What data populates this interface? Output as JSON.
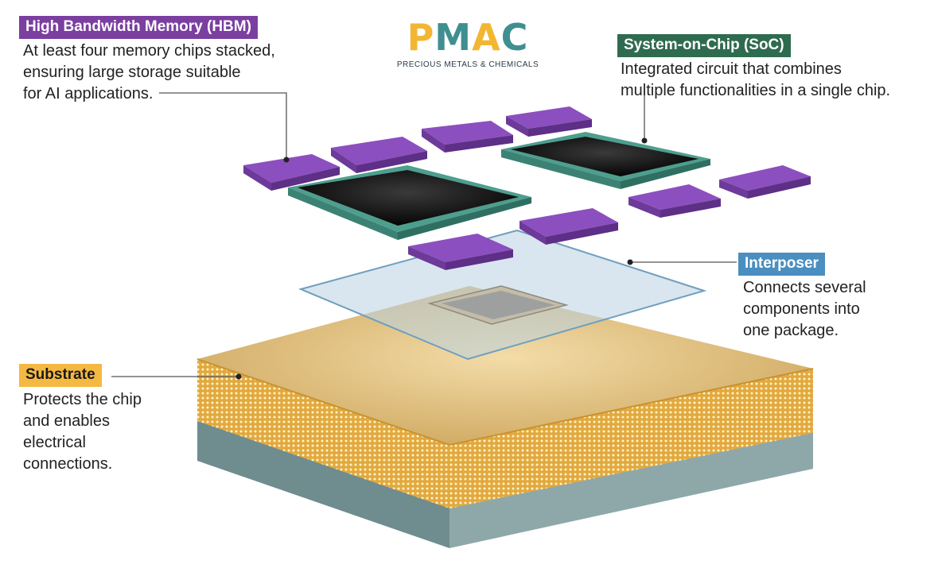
{
  "logo": {
    "letters": [
      {
        "char": "P",
        "color": "#f2b632"
      },
      {
        "char": "M",
        "color": "#3f8f90"
      },
      {
        "char": "A",
        "color": "#f2b632"
      },
      {
        "char": "C",
        "color": "#3f8f90"
      }
    ],
    "subtitle": "PRECIOUS METALS & CHEMICALS"
  },
  "callouts": {
    "hbm": {
      "title": "High Bandwidth Memory (HBM)",
      "description": "At least four memory chips stacked,\nensuring large storage suitable\nfor AI applications.",
      "color": "#7b3fa0"
    },
    "soc": {
      "title": "System-on-Chip (SoC)",
      "description": "Integrated circuit that combines\nmultiple functionalities in a single chip.",
      "color": "#2f6b4f"
    },
    "interposer": {
      "title": "Interposer",
      "description": "Connects several\ncomponents into\none package.",
      "color": "#4a8fc0"
    },
    "substrate": {
      "title": "Substrate",
      "description": "Protects the chip\nand enables\nelectrical\nconnections.",
      "color": "#f4b942"
    }
  },
  "colors": {
    "hbm_chip_top": "#8c4fbf",
    "hbm_chip_side": "#5e2f86",
    "soc_frame": "#4e9e8e",
    "soc_die": "#111111",
    "interposer": "#9fc4dc",
    "substrate_top": "#d9b76e",
    "substrate_side": "#d8a43e",
    "base": "#7f9a9c"
  }
}
